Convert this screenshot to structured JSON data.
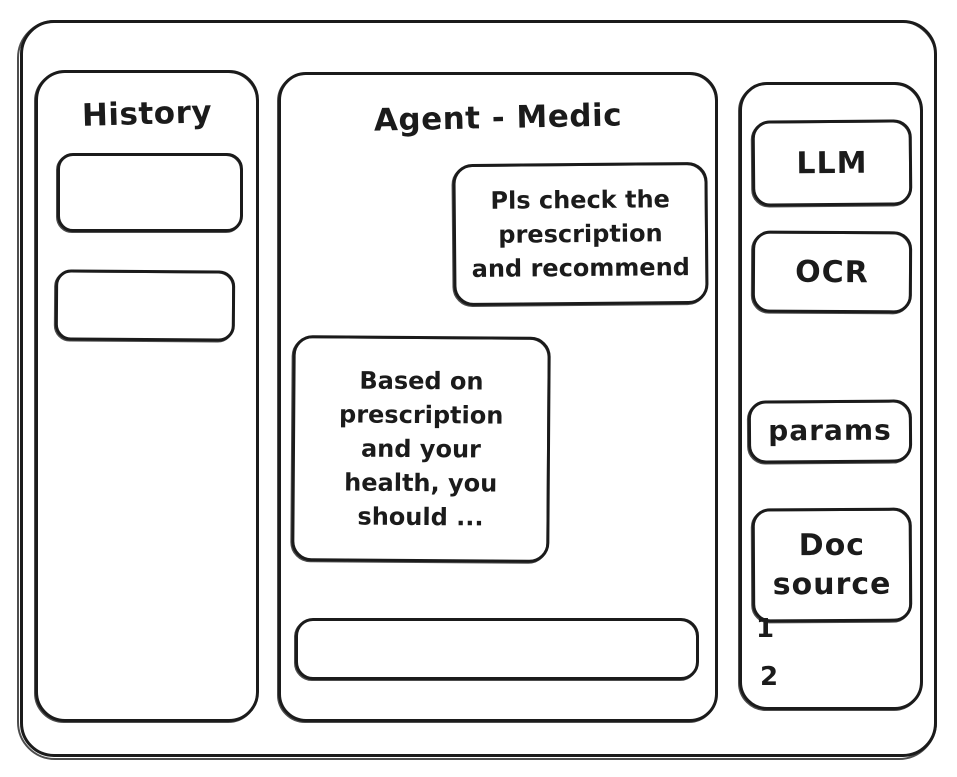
{
  "window": {
    "style": "hand-drawn-wireframe",
    "stroke_color": "#1b1b1b",
    "background_color": "#ffffff"
  },
  "sidebar": {
    "title": "History",
    "items": [
      {
        "label": ""
      },
      {
        "label": ""
      }
    ]
  },
  "main": {
    "title": "Agent - Medic",
    "messages": [
      {
        "role": "user",
        "text": "Pls check the\nprescription\nand recommend"
      },
      {
        "role": "agent",
        "text": "Based on\nprescription\nand your\nhealth, you\nshould ..."
      }
    ],
    "composer": {
      "value": "",
      "placeholder": ""
    }
  },
  "tools": {
    "buttons": [
      {
        "label": "LLM"
      },
      {
        "label": "OCR"
      },
      {
        "label": "params"
      },
      {
        "label": "Doc\nsource"
      }
    ],
    "doc_sources": [
      {
        "marker": "1"
      },
      {
        "marker": "2"
      }
    ]
  }
}
